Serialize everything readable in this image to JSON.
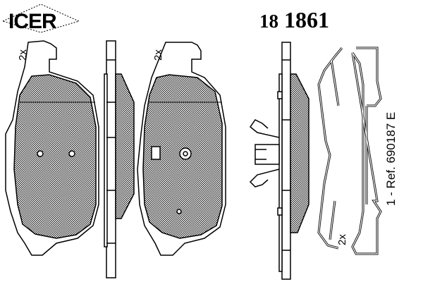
{
  "brand": "ICER",
  "part_number": {
    "prefix": "18",
    "number": "1861"
  },
  "quantity_labels": [
    "2x",
    "2x",
    "2x"
  ],
  "reference_note": "1 - Ref. 690187 E"
}
